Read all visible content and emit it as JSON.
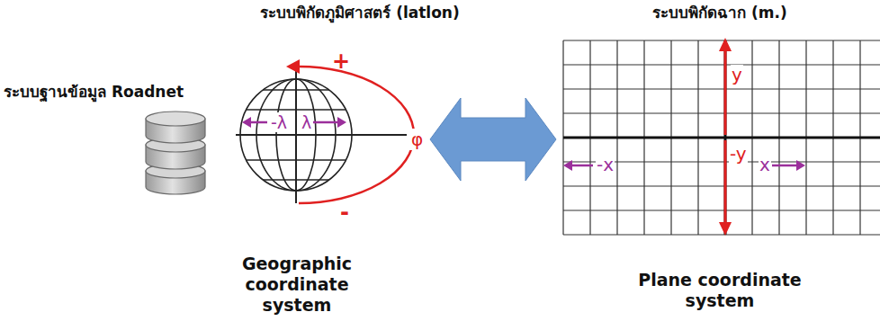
{
  "diagram": {
    "nodes": [
      {
        "text": [
          "-λ",
          "λ"
        ]
      },
      {
        "text": [
          "y",
          "-x",
          "x",
          "-y"
        ]
      }
    ],
    "edges": [
      {
        "from": 0,
        "to": 1,
        "arrow": "both"
      }
    ],
    "labels": [
      "ระบบพิกัดภูมิศาสตร์ (latlon)",
      "ระบบพิกัดฉาก (m.)",
      "ระบบฐานข้อมูล Roadnet",
      "+",
      "φ",
      "-",
      "Geographic coordinate system",
      "Plane coordinate system"
    ]
  }
}
